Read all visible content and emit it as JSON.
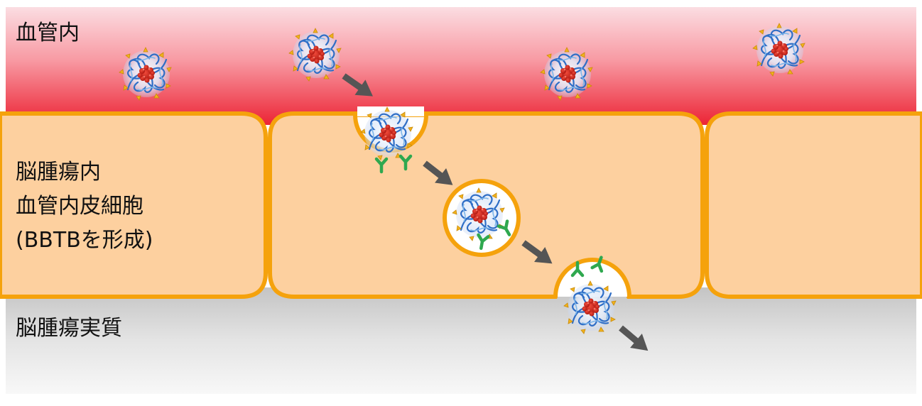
{
  "labels": {
    "vessel_lumen": "血管内",
    "endothelium_line1": "脳腫瘍内",
    "endothelium_line2": "血管内皮細胞",
    "endothelium_line3": "(BBTBを形成)",
    "parenchyma": "脳腫瘍実質"
  },
  "colors": {
    "vessel_top": "#fbdbe0",
    "vessel_bottom": "#ef2b3c",
    "cell_fill": "#fdd09e",
    "cell_border": "#f5a20c",
    "parenchyma_top": "#c8c8c8",
    "parenchyma_bottom": "#f7f7f7",
    "arrow": "#555555",
    "antibody": "#2fa84f",
    "nanoparticle_core": "#d0281b",
    "nanoparticle_shell": "#2d6fc4"
  },
  "icons": {
    "nanoparticle": "polymeric-micelle-icon",
    "antibody": "antibody-y-icon",
    "arrow": "transport-arrow-icon"
  }
}
